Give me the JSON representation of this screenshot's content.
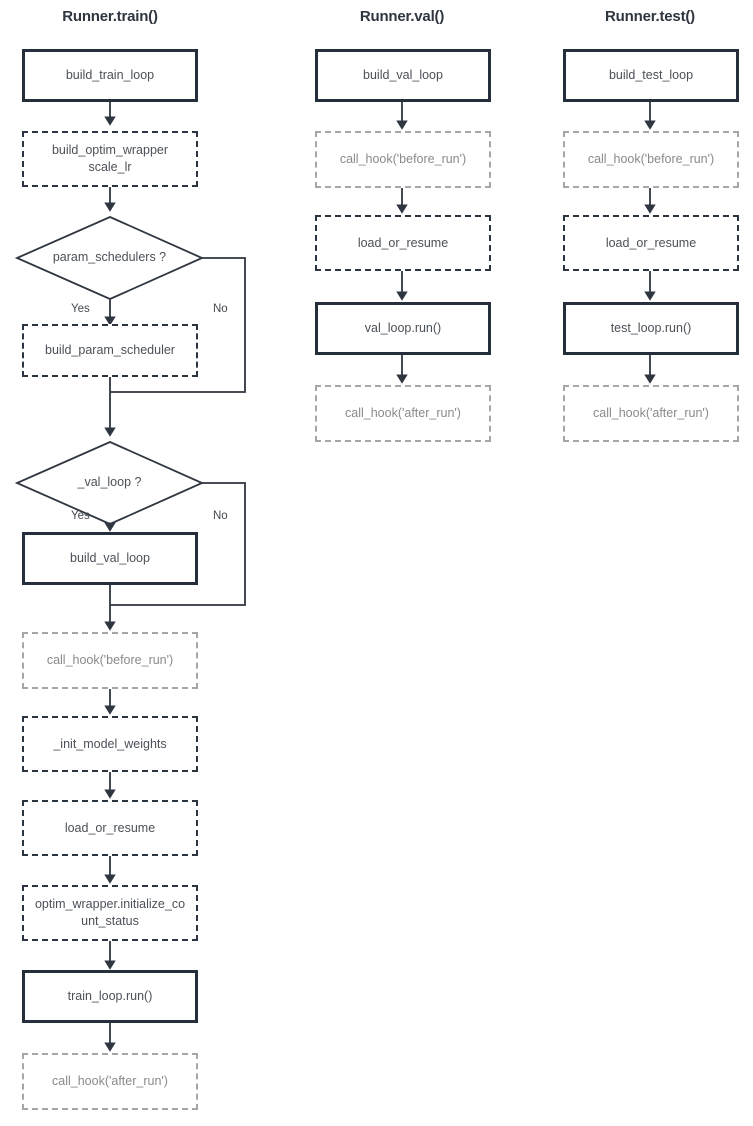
{
  "diagram": {
    "title_train": "Runner.train()",
    "title_val": "Runner.val()",
    "title_test": "Runner.test()",
    "edge_yes": "Yes",
    "edge_no": "No",
    "colors": {
      "solid_border": "#252f3c",
      "dashed_border": "#2b3441",
      "dashdot_border": "#a6a6a6",
      "text": "#4b5158",
      "title": "#2f3640",
      "line": "#2f3640",
      "background": "#ffffff"
    }
  },
  "columns": {
    "train": {
      "title": "Runner.train()",
      "nodes": {
        "build_train_loop": "build_train_loop",
        "build_optim_wrapper": "build_optim_wrapper\nscale_lr",
        "build_optim_wrapper_l1": "build_optim_wrapper",
        "build_optim_wrapper_l2": "scale_lr",
        "param_schedulers_q": "param_schedulers ?",
        "build_param_scheduler": "build_param_scheduler",
        "val_loop_q": "_val_loop ?",
        "build_val_loop": "build_val_loop",
        "call_hook_before_run": "call_hook('before_run')",
        "init_model_weights": "_init_model_weights",
        "load_or_resume": "load_or_resume",
        "optim_initialize_l1": "optim_wrapper.initialize_co",
        "optim_initialize_l2": "unt_status",
        "train_loop_run": "train_loop.run()",
        "call_hook_after_run": "call_hook('after_run')"
      },
      "labels": {
        "param_yes": "Yes",
        "param_no": "No",
        "valloop_yes": "Yes",
        "valloop_no": "No"
      }
    },
    "val": {
      "title": "Runner.val()",
      "nodes": {
        "build_val_loop": "build_val_loop",
        "call_hook_before_run": "call_hook('before_run')",
        "load_or_resume": "load_or_resume",
        "val_loop_run": "val_loop.run()",
        "call_hook_after_run": "call_hook('after_run')"
      }
    },
    "test": {
      "title": "Runner.test()",
      "nodes": {
        "build_test_loop": "build_test_loop",
        "call_hook_before_run": "call_hook('before_run')",
        "load_or_resume": "load_or_resume",
        "test_loop_run": "test_loop.run()",
        "call_hook_after_run": "call_hook('after_run')"
      }
    }
  }
}
